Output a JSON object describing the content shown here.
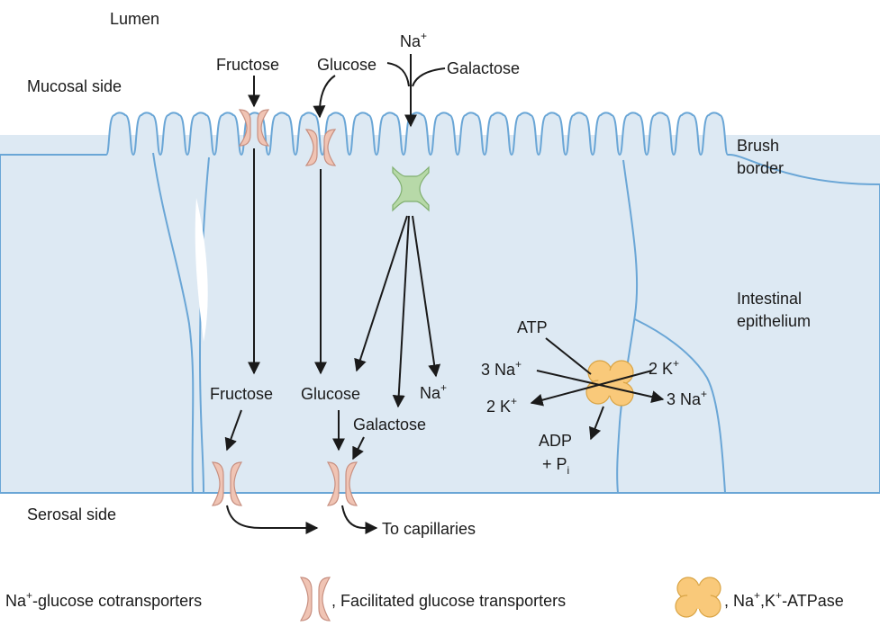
{
  "regions": {
    "lumen": "Lumen",
    "mucosal_side": "Mucosal side",
    "serosal_side": "Serosal side",
    "brush_border_1": "Brush",
    "brush_border_2": "border",
    "intestinal_epithelium_1": "Intestinal",
    "intestinal_epithelium_2": "epithelium"
  },
  "lumen_inputs": {
    "fructose": "Fructose",
    "glucose": "Glucose",
    "na": "Na",
    "na_sup": "+",
    "galactose": "Galactose"
  },
  "cell_interior": {
    "fructose": "Fructose",
    "glucose": "Glucose",
    "na": "Na",
    "na_sup": "+",
    "galactose": "Galactose",
    "to_capillaries": "To capillaries"
  },
  "pump": {
    "atp": "ATP",
    "na_in": "3 Na",
    "k_out": "2 K",
    "k_in": "2 K",
    "na_out": "3 Na",
    "sup_plus": "+",
    "adp": "ADP",
    "pi_prefix": "+ P",
    "pi_sub": "i"
  },
  "legend": {
    "cotransporter_prefix": "Na",
    "cotransporter_sup": "+",
    "cotransporter_label": "-glucose cotransporters",
    "facilitated_label": ", Facilitated glucose transporters",
    "atpase_prefix": ", Na",
    "atpase_sup1": "+",
    "atpase_mid": ",K",
    "atpase_sup2": "+",
    "atpase_suffix": "-ATPase"
  },
  "colors": {
    "cell_fill": "#dde9f3",
    "membrane": "#6aa6d6",
    "facilitated_transporter": "#f0c4b4",
    "cotransporter": "#b7d9a8",
    "atpase": "#f9c97a",
    "arrow": "#1a1a1a"
  }
}
